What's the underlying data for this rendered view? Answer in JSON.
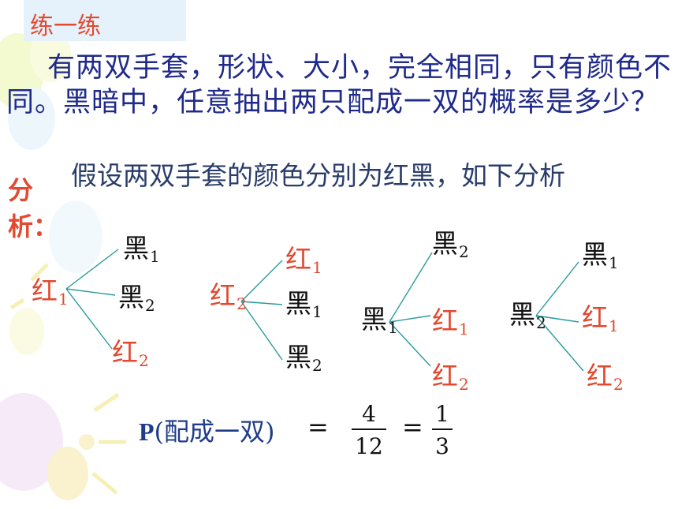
{
  "title": "练一练",
  "question": "有两双手套，形状、大小，完全相同，只有颜色不同。黑暗中，任意抽出两只配成一双的概率是多少？",
  "assumption": "假设两双手套的颜色分别为红黑，如下分析",
  "analysis_label": "分析：",
  "trees": [
    {
      "root": {
        "text": "红",
        "sub": "1",
        "color": "#e2492f"
      },
      "children": [
        {
          "text": "黑",
          "sub": "1",
          "color": "#111111"
        },
        {
          "text": "黑",
          "sub": "2",
          "color": "#111111"
        },
        {
          "text": "红",
          "sub": "2",
          "color": "#e2492f"
        }
      ]
    },
    {
      "root": {
        "text": "红",
        "sub": "2",
        "color": "#e2492f"
      },
      "children": [
        {
          "text": "红",
          "sub": "1",
          "color": "#e2492f"
        },
        {
          "text": "黑",
          "sub": "1",
          "color": "#111111"
        },
        {
          "text": "黑",
          "sub": "2",
          "color": "#111111"
        }
      ]
    },
    {
      "root": {
        "text": "黑",
        "sub": "1",
        "color": "#111111"
      },
      "children": [
        {
          "text": "黑",
          "sub": "2",
          "color": "#111111"
        },
        {
          "text": "红",
          "sub": "1",
          "color": "#e2492f"
        },
        {
          "text": "红",
          "sub": "2",
          "color": "#e2492f"
        }
      ]
    },
    {
      "root": {
        "text": "黑",
        "sub": "2",
        "color": "#111111"
      },
      "children": [
        {
          "text": "黑",
          "sub": "1",
          "color": "#111111"
        },
        {
          "text": "红",
          "sub": "1",
          "color": "#e2492f"
        },
        {
          "text": "红",
          "sub": "2",
          "color": "#e2492f"
        }
      ]
    }
  ],
  "formula": {
    "p_label": "P",
    "event": "(配成一双)",
    "equals": "=",
    "frac1": {
      "num": "4",
      "den": "12"
    },
    "frac2": {
      "num": "1",
      "den": "3"
    }
  },
  "colors": {
    "accent_red": "#e2492f",
    "text_blue": "#1f2a8a",
    "line_teal": "#2a9a9a"
  }
}
